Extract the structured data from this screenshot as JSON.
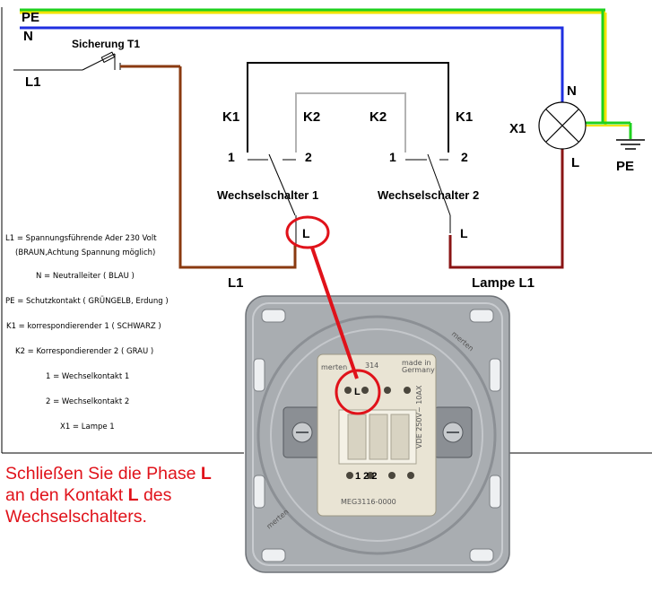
{
  "wires": {
    "pe": "PE",
    "n": "N",
    "l1": "L1"
  },
  "fuse": {
    "label": "Sicherung T1"
  },
  "switch1": {
    "name": "Wechselschalter 1",
    "k1": "K1",
    "k2": "K2",
    "c1": "1",
    "c2": "2",
    "l": "L"
  },
  "switch2": {
    "name": "Wechselschalter 2",
    "k2": "K2",
    "k1": "K1",
    "c1": "1",
    "c2": "2",
    "l": "L"
  },
  "lamp": {
    "ref": "X1",
    "n": "N",
    "l": "L",
    "ground": "PE"
  },
  "bottom_labels": {
    "l1": "L1",
    "lamp_l1": "Lampe L1"
  },
  "legend": [
    "L1 = Spannungsführende Ader 230 Volt",
    "(BRAUN,Achtung Spannung möglich)",
    "N = Neutralleiter ( BLAU )",
    "PE = Schutzkontakt ( GRÜNGELB, Erdung )",
    "K1 = korrespondierender 1 ( SCHWARZ )",
    "K2 = Korrespondierender 2 ( GRAU )",
    "1 = Wechselkontakt 1",
    "2 = Wechselkontakt 2",
    "X1 = Lampe 1"
  ],
  "device": {
    "brand": "merten",
    "model": "314",
    "made_in_1": "made in",
    "made_in_2": "Germany",
    "terminal_l": "L",
    "terminals": "1 2 2",
    "part_no": "MEG3116-0000",
    "side_code": "VDE 250V~ 10AX"
  },
  "instruction": {
    "line1_a": "Schließen Sie die Phase ",
    "line1_b": "L",
    "line2_a": "an den Kontakt ",
    "line2_b": "L",
    "line2_c": " des",
    "line3": "Wechselschalters."
  },
  "colors": {
    "pe_green": "#1fd11f",
    "pe_yellow": "#f2e200",
    "neutral": "#1f2fe0",
    "phase": "#8a3a10",
    "lamp_phase": "#8a1414",
    "k1": "#000000",
    "k2": "#b3b3b3",
    "highlight": "#e0121a"
  }
}
